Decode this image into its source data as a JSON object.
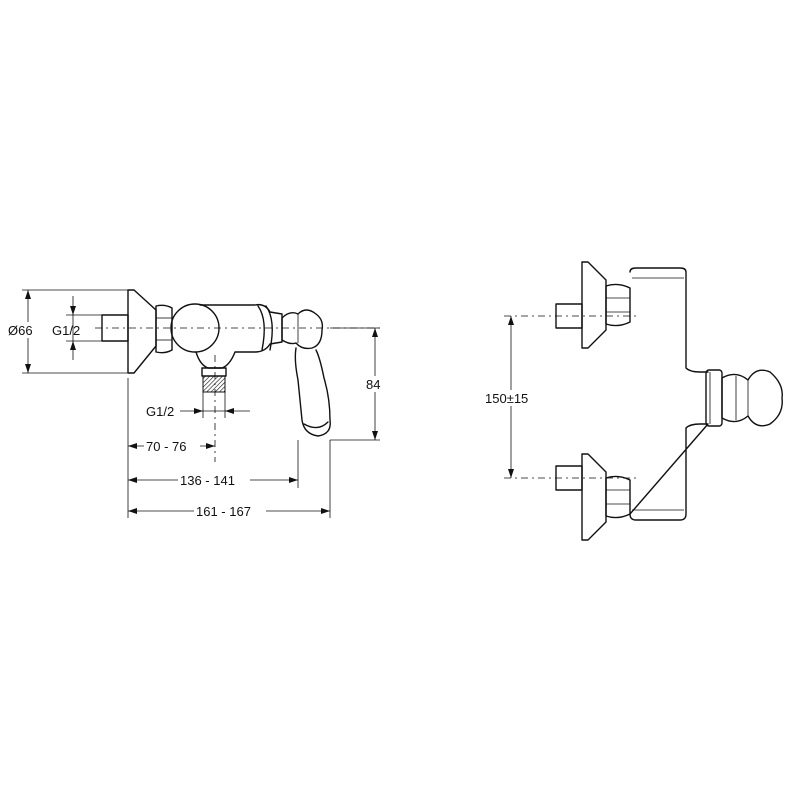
{
  "side_view": {
    "dia_flange": "Ø66",
    "thread_inlet": "G1/2",
    "thread_outlet": "G1/2",
    "dim_outlet": "70 - 76",
    "dim_lever": "136 - 141",
    "dim_overall": "161 - 167",
    "dim_height": "84"
  },
  "front_view": {
    "dim_centers": "150±15"
  }
}
